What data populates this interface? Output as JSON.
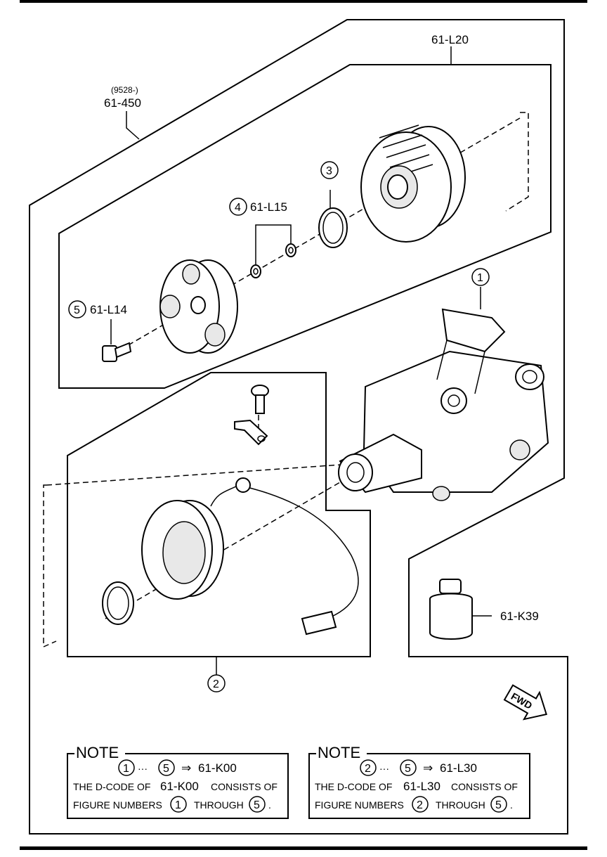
{
  "labels": {
    "kit_prefix": "(9528-)",
    "kit_code": "61-450",
    "clutch_code": "61-L20",
    "shim_code": "61-L15",
    "bolt_code": "61-L14",
    "oil_code": "61-K39",
    "callout_1": "1",
    "callout_2": "2",
    "callout_3": "3",
    "callout_4": "4",
    "callout_5": "5",
    "fwd": "FWD"
  },
  "notes": [
    {
      "title": "NOTE",
      "range_start": "1",
      "range_sep": "···",
      "range_end": "5",
      "arrow": "⇒",
      "code": "61-K00",
      "line2_pre": "THE D-CODE OF",
      "line2_code": "61-K00",
      "line2_post": "CONSISTS OF",
      "line3_pre": "FIGURE NUMBERS",
      "line3_start": "1",
      "line3_mid": "THROUGH",
      "line3_end": "5",
      "line3_dot": "."
    },
    {
      "title": "NOTE",
      "range_start": "2",
      "range_sep": "···",
      "range_end": "5",
      "arrow": "⇒",
      "code": "61-L30",
      "line2_pre": "THE D-CODE OF",
      "line2_code": "61-L30",
      "line2_post": "CONSISTS OF",
      "line3_pre": "FIGURE NUMBERS",
      "line3_start": "2",
      "line3_mid": "THROUGH",
      "line3_end": "5",
      "line3_dot": "."
    }
  ]
}
